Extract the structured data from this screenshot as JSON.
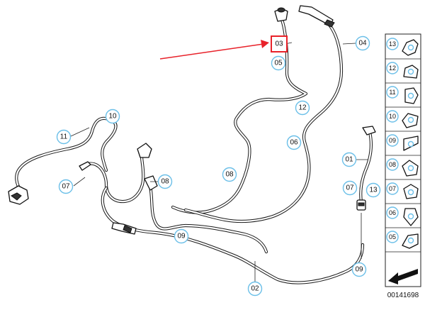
{
  "diagram": {
    "drawing_number": "00141698",
    "highlight_color": "#e8222a",
    "callout_ring_color": "#6bbfe8",
    "main_callouts": [
      {
        "label": "03",
        "highlighted": true
      },
      {
        "label": "04"
      },
      {
        "label": "05"
      },
      {
        "label": "12"
      },
      {
        "label": "10"
      },
      {
        "label": "11"
      },
      {
        "label": "06"
      },
      {
        "label": "08"
      },
      {
        "label": "08"
      },
      {
        "label": "07"
      },
      {
        "label": "01"
      },
      {
        "label": "07"
      },
      {
        "label": "13"
      },
      {
        "label": "09"
      },
      {
        "label": "09"
      },
      {
        "label": "02"
      }
    ],
    "parts_panel": [
      {
        "label": "13",
        "icon": "hose-clip-13-icon"
      },
      {
        "label": "12",
        "icon": "hose-clip-12-icon"
      },
      {
        "label": "11",
        "icon": "hose-holder-11-icon"
      },
      {
        "label": "10",
        "icon": "hose-holder-10-icon"
      },
      {
        "label": "09",
        "icon": "bracket-09-icon"
      },
      {
        "label": "08",
        "icon": "hose-clip-08-icon"
      },
      {
        "label": "07",
        "icon": "hose-clip-07-icon"
      },
      {
        "label": "06",
        "icon": "retainer-06-icon"
      },
      {
        "label": "05",
        "icon": "bracket-05-icon"
      }
    ]
  }
}
